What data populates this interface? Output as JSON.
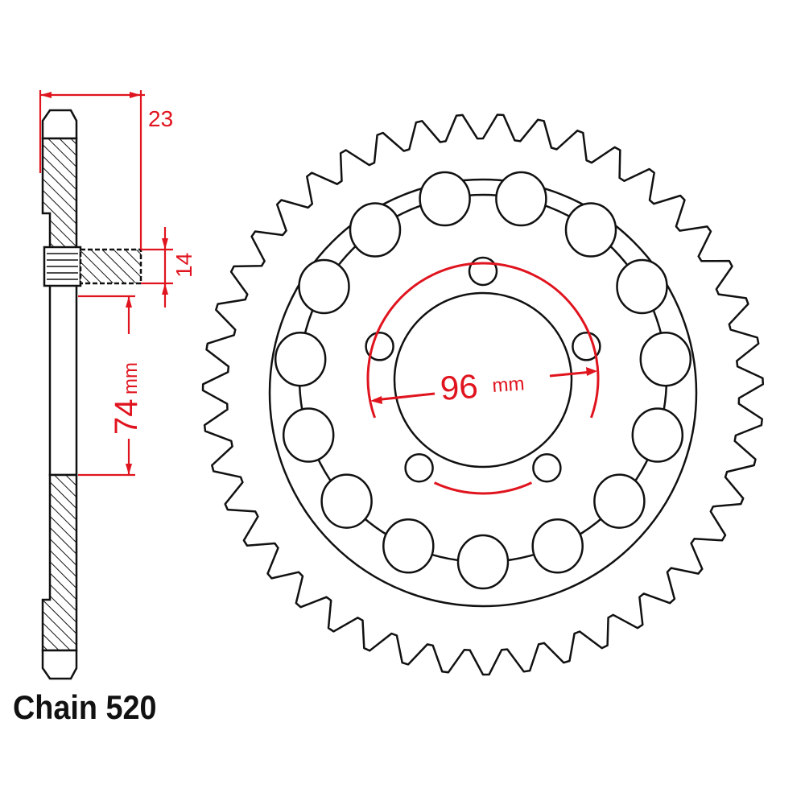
{
  "side_view": {
    "width_label": "23",
    "bolt_label": "14",
    "center_offset_value": "74",
    "center_offset_unit": "mm"
  },
  "front_view": {
    "bolt_circle_value": "96",
    "bolt_circle_unit": "mm"
  },
  "chain_label": "Chain 520",
  "colors": {
    "dimension": "#e0141e",
    "outline": "#111111"
  }
}
